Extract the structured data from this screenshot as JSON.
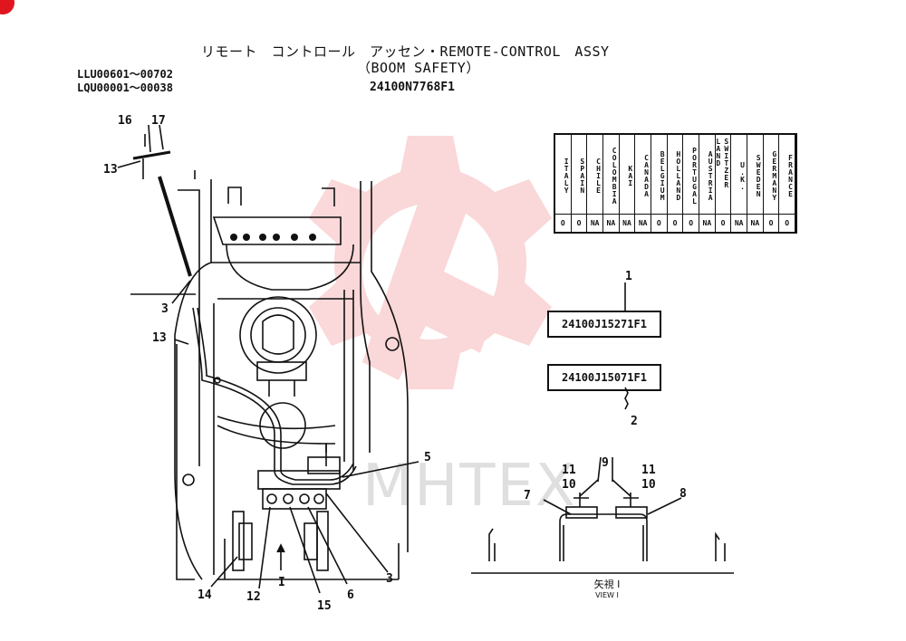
{
  "title": {
    "line1": "リモート　コントロール　アッセン・REMOTE-CONTROL　ASSY",
    "line2": "（BOOM SAFETY）",
    "serial1": "LLU00601～00702",
    "serial2": "LQU00001～00038",
    "part_no": "24100N7768F1"
  },
  "country_table": {
    "headers": [
      "ITALY",
      "SPAIN",
      "CHILE",
      "COLOMBIA",
      "KAI",
      "CANADA",
      "BELGIUM",
      "HOLLAND",
      "PORTUGAL",
      "AUSTRIA",
      "SWITZER LAND",
      "U.K.",
      "SWEDEN",
      "GERMANY",
      "FRANCE"
    ],
    "values": [
      "O",
      "O",
      "NA",
      "NA",
      "NA",
      "NA",
      "O",
      "O",
      "O",
      "NA",
      "O",
      "NA",
      "NA",
      "O",
      "O"
    ]
  },
  "parts": {
    "box1_label": "24100J15271F1",
    "box1_callout": "1",
    "box2_label": "24100J15071F1",
    "box2_callout": "2"
  },
  "callouts": {
    "c16": "16",
    "c17": "17",
    "c13a": "13",
    "c3a": "3",
    "c13b": "13",
    "c5": "5",
    "c14": "14",
    "c12": "12",
    "c1": "I",
    "c15": "15",
    "c6": "6",
    "c3b": "3",
    "c9": "9",
    "c11a": "11",
    "c10a": "10",
    "c11b": "11",
    "c10b": "10",
    "c7": "7",
    "c8": "8"
  },
  "view": {
    "jp": "矢視 I",
    "en": "VIEW I"
  },
  "watermark": "MHTEX",
  "colors": {
    "line": "#111111",
    "watermark": "#e8262d",
    "badge": "#e0161e"
  }
}
